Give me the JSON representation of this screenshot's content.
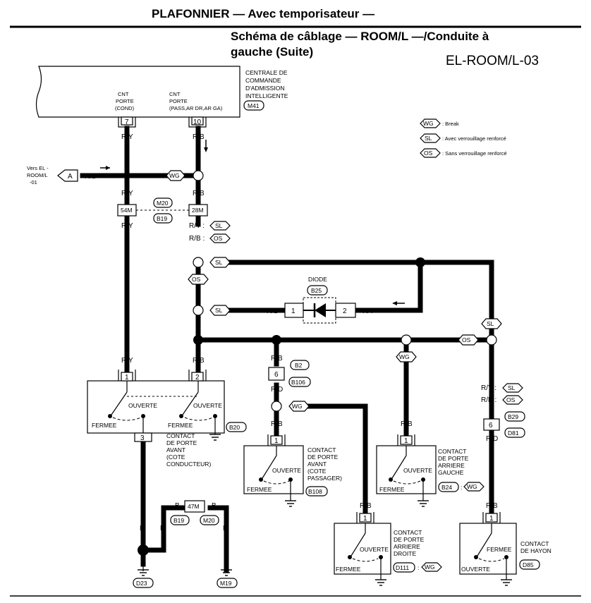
{
  "header": {
    "title": "PLAFONNIER — Avec temporisateur —",
    "subtitle_line1": "Schéma de câblage — ROOM/L —/Conduite à",
    "subtitle_line2": "gauche (Suite)",
    "page_code": "EL-ROOM/L-03"
  },
  "legend": {
    "wg": "WG",
    "wg_text": ": Break",
    "sl": "SL",
    "sl_text": ": Avec verrouillage renforcé",
    "os": "OS",
    "os_text": ": Sans verrouillage renforcé"
  },
  "bcm": {
    "name": [
      "CENTRALE DE",
      "COMMANDE",
      "D'ADMISSION",
      "INTELLIGENTE"
    ],
    "connector": "M41",
    "pin7_label": [
      "CNT",
      "PORTE",
      "(COND)"
    ],
    "pin10_label": [
      "CNT",
      "PORTE",
      "(PASS,AR DR,AR GA)"
    ],
    "pin7": "7",
    "pin10": "10"
  },
  "offpage": {
    "text": [
      "Vers EL -",
      "ROOM/L",
      "-01"
    ],
    "letter": "A"
  },
  "connectors": {
    "c54m": "54M",
    "c28m": "28M",
    "m20": "M20",
    "b19": "B19",
    "b2": "B2",
    "b106": "B106",
    "pin6": "6",
    "b29": "B29",
    "d81": "D81",
    "c47m": "47M",
    "b25": "B25",
    "pin1": "1",
    "pin2": "2",
    "pin3": "3",
    "d23": "D23",
    "m19": "M19"
  },
  "wires": {
    "ry": "R/Y",
    "rb": "R/B",
    "b": "B",
    "ry_sl": "R/Y :",
    "rb_os": "R/B :",
    "rd": "R/D",
    "rd2": "R/D"
  },
  "diode": {
    "label": "DIODE",
    "connector": "B25"
  },
  "switches": {
    "open": "OUVERTE",
    "closed": "FERMEE",
    "front_driver": {
      "name": [
        "CONTACT",
        "DE PORTE",
        "AVANT",
        "(COTE",
        "CONDUCTEUR)"
      ],
      "connector": "B20"
    },
    "front_pass": {
      "name": [
        "CONTACT",
        "DE PORTE",
        "AVANT",
        "(COTE",
        "PASSAGER)"
      ],
      "connector": "B108"
    },
    "rear_left": {
      "name": [
        "CONTACT",
        "DE PORTE",
        "ARRIERE",
        "GAUCHE"
      ],
      "connector": "B24"
    },
    "rear_right": {
      "name": [
        "CONTACT",
        "DE PORTE",
        "ARRIERE",
        "DROITE"
      ],
      "connector": "D111"
    },
    "hatch": {
      "name": [
        "CONTACT",
        "DE HAYON"
      ],
      "connector": "D85"
    }
  }
}
